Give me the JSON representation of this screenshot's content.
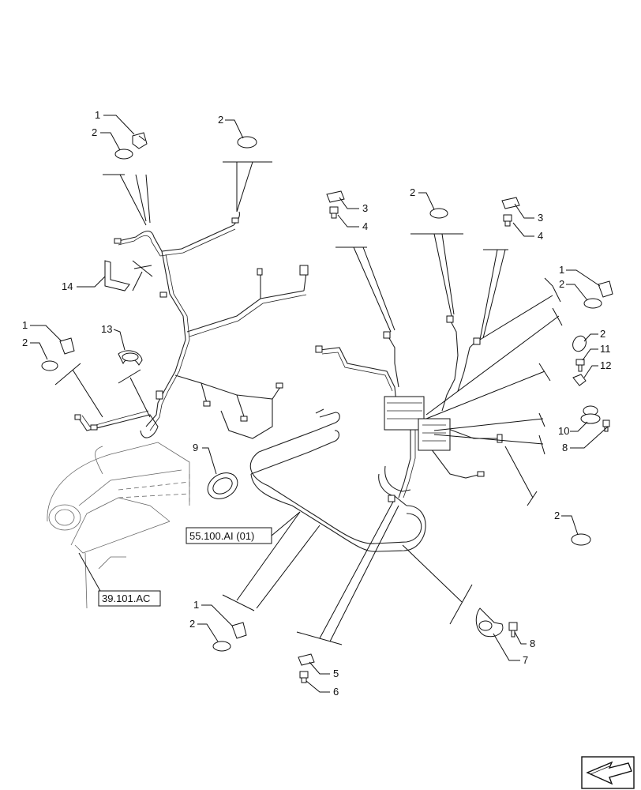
{
  "callouts": [
    {
      "id": "c1",
      "num": "1"
    },
    {
      "id": "c2",
      "num": "2"
    },
    {
      "id": "c3",
      "num": "2"
    },
    {
      "id": "c4",
      "num": "14"
    },
    {
      "id": "c5",
      "num": "1"
    },
    {
      "id": "c6",
      "num": "2"
    },
    {
      "id": "c7",
      "num": "13"
    },
    {
      "id": "c8",
      "num": "9"
    },
    {
      "id": "c9",
      "num": "2"
    },
    {
      "id": "c10",
      "num": "3"
    },
    {
      "id": "c11",
      "num": "4"
    },
    {
      "id": "c12",
      "num": "3"
    },
    {
      "id": "c13",
      "num": "4"
    },
    {
      "id": "c14",
      "num": "1"
    },
    {
      "id": "c15",
      "num": "2"
    },
    {
      "id": "c16",
      "num": "2"
    },
    {
      "id": "c17",
      "num": "11"
    },
    {
      "id": "c18",
      "num": "12"
    },
    {
      "id": "c19",
      "num": "10"
    },
    {
      "id": "c20",
      "num": "8"
    },
    {
      "id": "c21",
      "num": "2"
    },
    {
      "id": "c22",
      "num": "1"
    },
    {
      "id": "c23",
      "num": "2"
    },
    {
      "id": "c24",
      "num": "8"
    },
    {
      "id": "c25",
      "num": "7"
    },
    {
      "id": "c26",
      "num": "5"
    },
    {
      "id": "c27",
      "num": "6"
    }
  ],
  "references": {
    "harness_ref": "55.100.AI (01)",
    "frame_ref": "39.101.AC"
  },
  "nav_icon": "arrow-direction-icon"
}
